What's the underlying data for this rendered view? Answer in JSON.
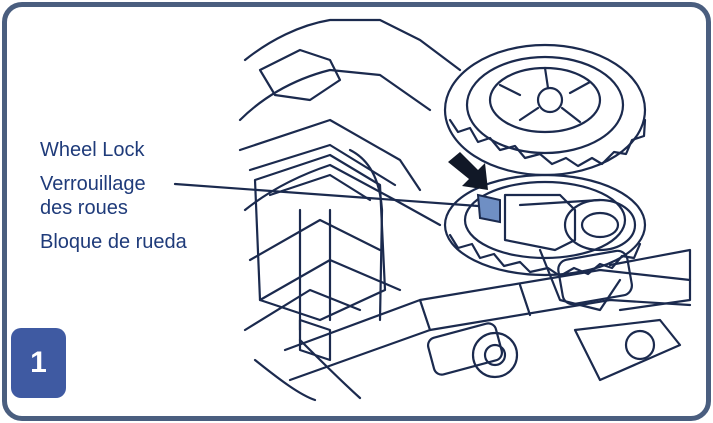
{
  "labels": {
    "english": "Wheel Lock",
    "french_line1": "Verrouillage",
    "french_line2": "des roues",
    "spanish": "Bloque de rueda"
  },
  "step": {
    "number": "1"
  },
  "colors": {
    "frame_border": "#4a5e7f",
    "label_text": "#1f3b7a",
    "badge_fill": "#3f5aa2",
    "lock_highlight": "#6f8fc4",
    "line_art": "#1b2a4e"
  }
}
